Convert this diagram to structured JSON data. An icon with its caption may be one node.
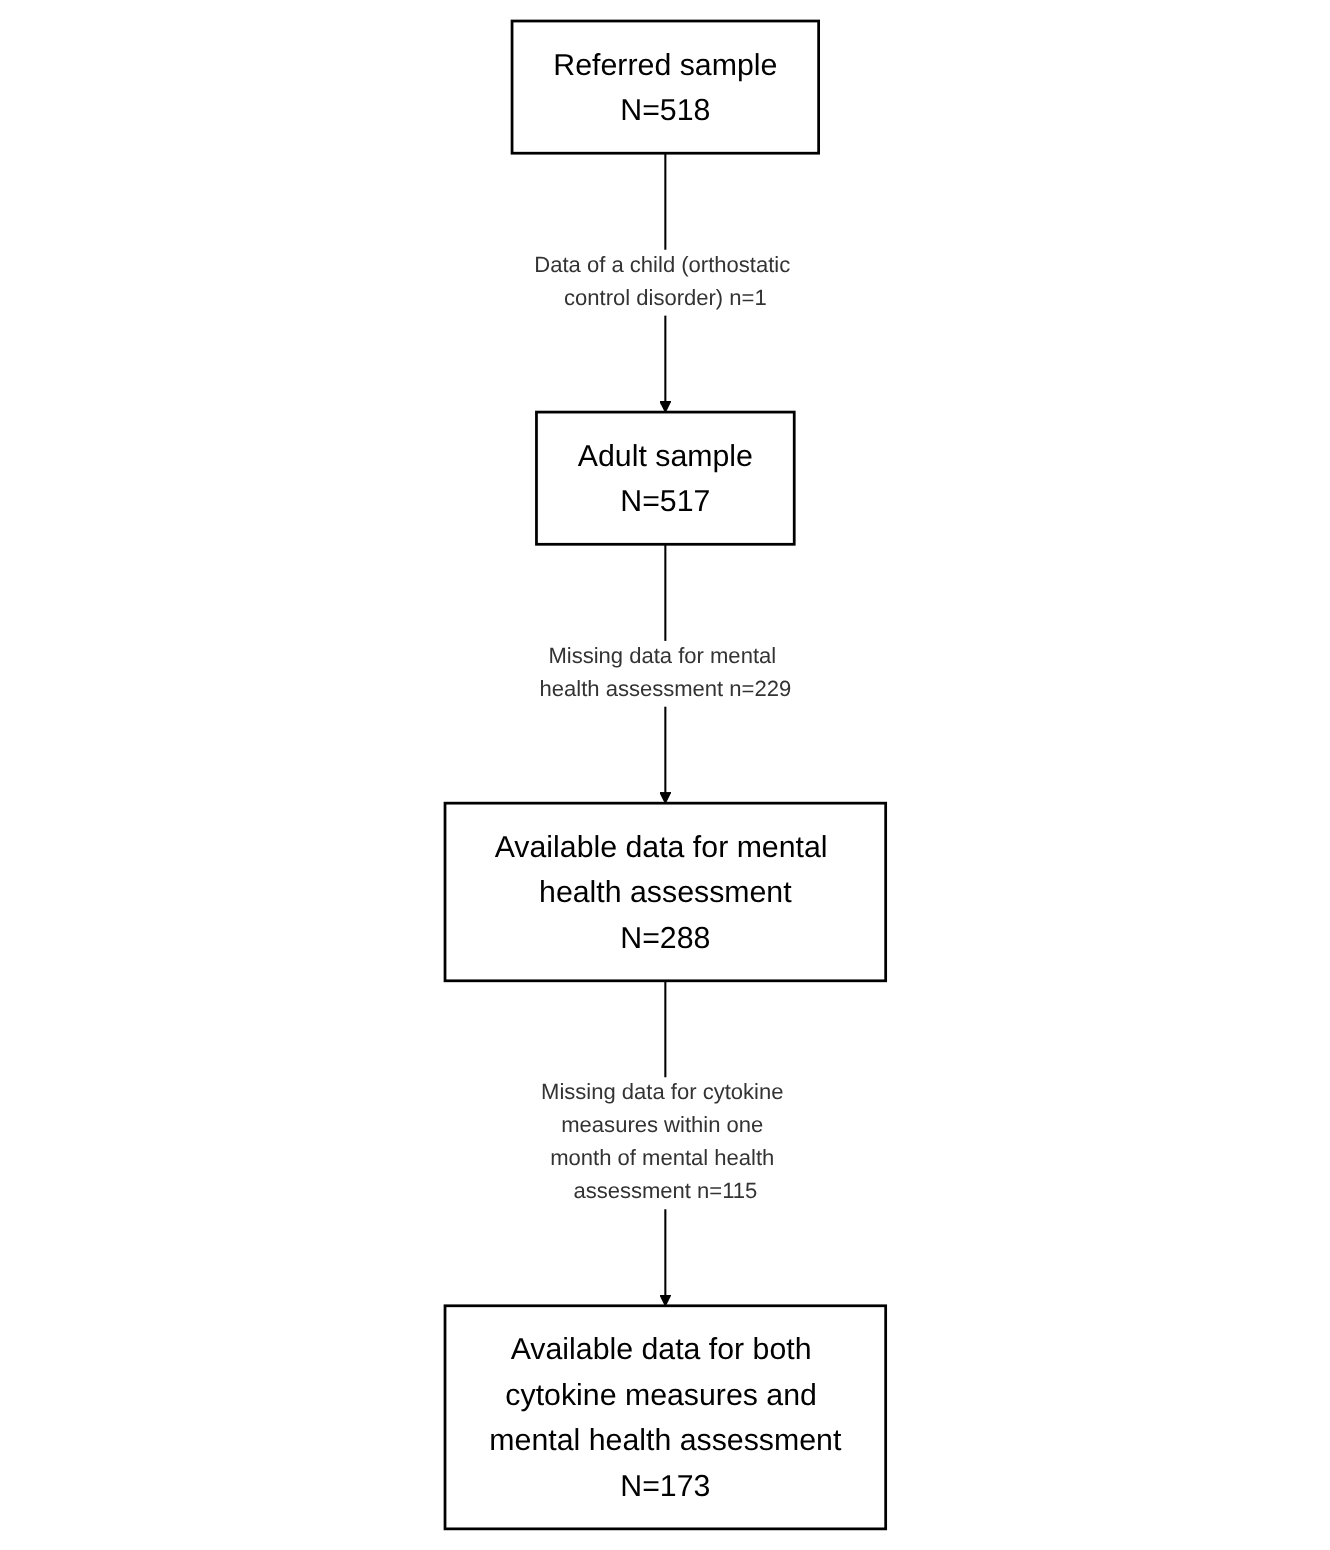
{
  "diagram": {
    "nodes": [
      {
        "text": [
          "Referred sample",
          "N=518"
        ]
      },
      {
        "text": [
          "Adult sample",
          "N=517"
        ]
      },
      {
        "text": [
          "Available data for mental health assessment",
          "N=288"
        ]
      },
      {
        "text": [
          "Available data for both cytokine measures and mental health assessment",
          "N=173"
        ]
      }
    ],
    "edges": [
      {
        "from": 0,
        "to": 1,
        "arrow": "to",
        "label": "Data of a child (orthostatic control disorder) n=1"
      },
      {
        "from": 1,
        "to": 2,
        "arrow": "to",
        "label": "Missing data for mental health assessment n=229"
      },
      {
        "from": 2,
        "to": 3,
        "arrow": "to",
        "label": "Missing data for cytokine measures within one month of mental health assessment n=115"
      }
    ]
  }
}
